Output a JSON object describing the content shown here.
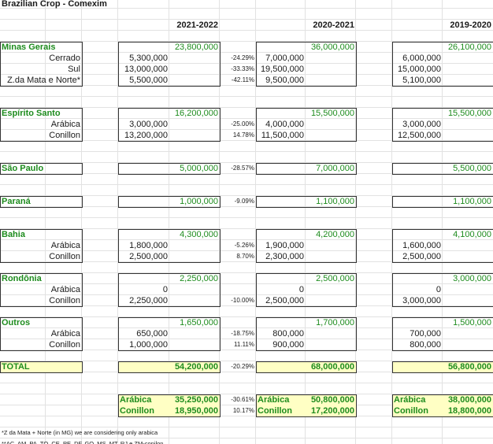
{
  "title": "Brazilian Crop - Comexim",
  "years": [
    "2021-2022",
    "2020-2021",
    "2019-2020"
  ],
  "regions": [
    {
      "name": "Minas Gerais",
      "totals": [
        "23,800,000",
        "36,000,000",
        "26,100,000"
      ],
      "subs": [
        {
          "name": "Cerrado",
          "values": [
            "5,300,000",
            "7,000,000",
            "6,000,000"
          ]
        },
        {
          "name": "Sul",
          "values": [
            "13,000,000",
            "19,500,000",
            "15,000,000"
          ]
        },
        {
          "name": "Z.da Mata e Norte*",
          "values": [
            "5,500,000",
            "9,500,000",
            "5,100,000"
          ]
        }
      ],
      "changes": [
        null,
        "-24.29%",
        "-33.33%",
        "-42.11%"
      ]
    },
    {
      "name": "Espírito Santo",
      "totals": [
        "16,200,000",
        "15,500,000",
        "15,500,000"
      ],
      "subs": [
        {
          "name": "Arábica",
          "values": [
            "3,000,000",
            "4,000,000",
            "3,000,000"
          ]
        },
        {
          "name": "Conillon",
          "values": [
            "13,200,000",
            "11,500,000",
            "12,500,000"
          ]
        }
      ],
      "changes": [
        null,
        "-25.00%",
        "14.78%"
      ]
    },
    {
      "name": "São Paulo",
      "totals": [
        "5,000,000",
        "7,000,000",
        "5,500,000"
      ],
      "subs": [],
      "changes": [
        "-28.57%"
      ]
    },
    {
      "name": "Paraná",
      "totals": [
        "1,000,000",
        "1,100,000",
        "1,100,000"
      ],
      "subs": [],
      "changes": [
        "-9.09%"
      ]
    },
    {
      "name": "Bahia",
      "totals": [
        "4,300,000",
        "4,200,000",
        "4,100,000"
      ],
      "subs": [
        {
          "name": "Arábica",
          "values": [
            "1,800,000",
            "1,900,000",
            "1,600,000"
          ]
        },
        {
          "name": "Conillon",
          "values": [
            "2,500,000",
            "2,300,000",
            "2,500,000"
          ]
        }
      ],
      "changes": [
        null,
        "-5.26%",
        "8.70%"
      ]
    },
    {
      "name": "Rondônia",
      "totals": [
        "2,250,000",
        "2,500,000",
        "3,000,000"
      ],
      "subs": [
        {
          "name": "Arábica",
          "values": [
            "0",
            "0",
            "0"
          ]
        },
        {
          "name": "Conillon",
          "values": [
            "2,250,000",
            "2,500,000",
            "3,000,000"
          ]
        }
      ],
      "changes": [
        null,
        null,
        "-10.00%"
      ]
    },
    {
      "name": "Outros",
      "totals": [
        "1,650,000",
        "1,700,000",
        "1,500,000"
      ],
      "subs": [
        {
          "name": "Arábica",
          "values": [
            "650,000",
            "800,000",
            "700,000"
          ]
        },
        {
          "name": "Conillon",
          "values": [
            "1,000,000",
            "900,000",
            "800,000"
          ]
        }
      ],
      "changes": [
        null,
        "-18.75%",
        "11.11%"
      ]
    }
  ],
  "total": {
    "label": "TOTAL",
    "values": [
      "54,200,000",
      "68,000,000",
      "56,800,000"
    ],
    "change": "-20.29%"
  },
  "summary": [
    {
      "label": "Arábica",
      "values": [
        "35,250,000",
        "50,800,000",
        "38,000,000"
      ],
      "change": "-30.61%"
    },
    {
      "label": "Conillon",
      "values": [
        "18,950,000",
        "17,200,000",
        "18,800,000"
      ],
      "change": "10.17%"
    }
  ],
  "footnotes": [
    "*Z da Mata + Norte (in MG) we are considering only arabica",
    "**AC, AM, PA, TO, CE, PE, DF, GO, MS, MT, RJ e ZM-conilon"
  ]
}
